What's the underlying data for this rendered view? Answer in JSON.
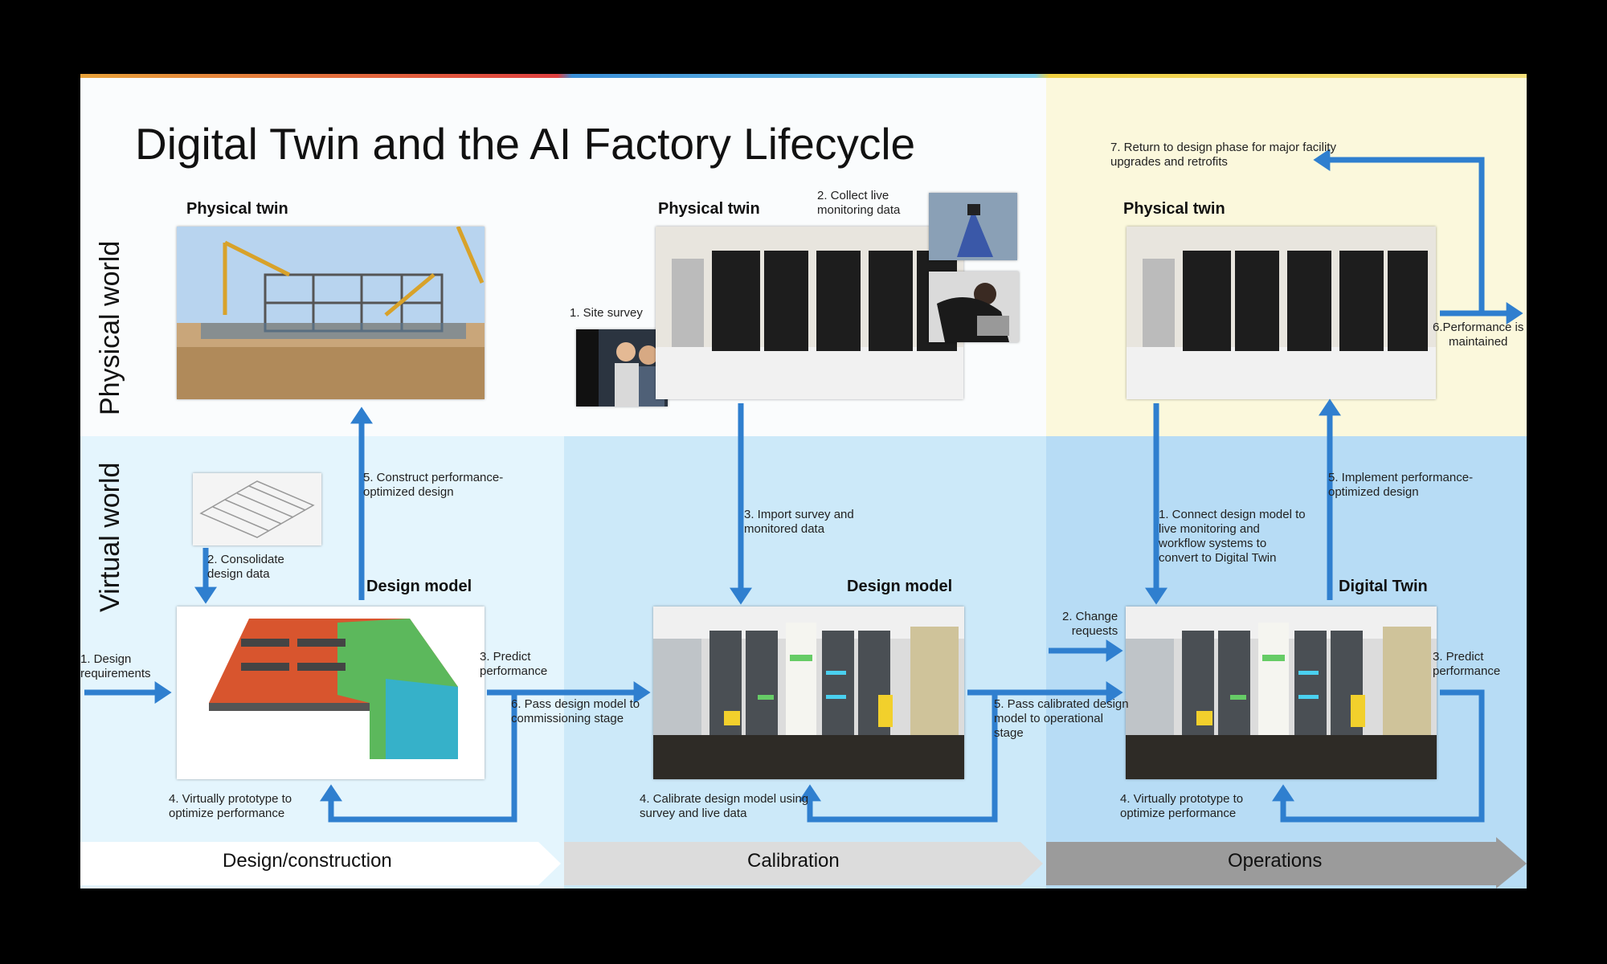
{
  "title": "Digital Twin and the AI Factory Lifecycle",
  "rows": {
    "physical": "Physical world",
    "virtual": "Virtual world"
  },
  "phases": [
    "Design/construction",
    "Calibration",
    "Operations"
  ],
  "headers": {
    "physical_twin_1": "Physical twin",
    "physical_twin_2": "Physical twin",
    "physical_twin_3": "Physical twin",
    "design_model_1": "Design model",
    "design_model_2": "Design model",
    "digital_twin": "Digital Twin"
  },
  "steps": {
    "design": {
      "s1": "1. Design\nrequirements",
      "s2": "2. Consolidate\ndesign data",
      "s3": "3. Predict\nperformance",
      "s4": "4. Virtually prototype to\noptimize performance",
      "s5": "5. Construct performance-\noptimized design",
      "s6": "6. Pass design model to\ncommissioning stage"
    },
    "calibration": {
      "s1": "1. Site survey",
      "s2": "2. Collect live\nmonitoring data",
      "s3": "3. Import survey  and\nmonitored data",
      "s4": "4. Calibrate design model using\nsurvey and live data",
      "s5": "5. Pass calibrated design\nmodel to operational\nstage"
    },
    "operations": {
      "s1": "1. Connect design model to\nlive monitoring and\nworkflow systems to\nconvert to Digital Twin",
      "s2": "2. Change\nrequests",
      "s3": "3. Predict\nperformance",
      "s4": "4. Virtually prototype to\noptimize performance",
      "s5": "5. Implement performance-\noptimized design",
      "s6": "6.Performance is\nmaintained",
      "s7": "7. Return to design phase for major facility\nupgrades and retrofits"
    }
  },
  "colors": {
    "arrow": "#2f7fcf",
    "phase1_top": "#fafcfd",
    "phase1_bottom": "#e4f5fd",
    "phase2_top": "#fafcfd",
    "phase2_bottom": "#cce9f9",
    "phase3_top": "#fbf8dc",
    "phase3_bottom": "#b7dcf5"
  }
}
